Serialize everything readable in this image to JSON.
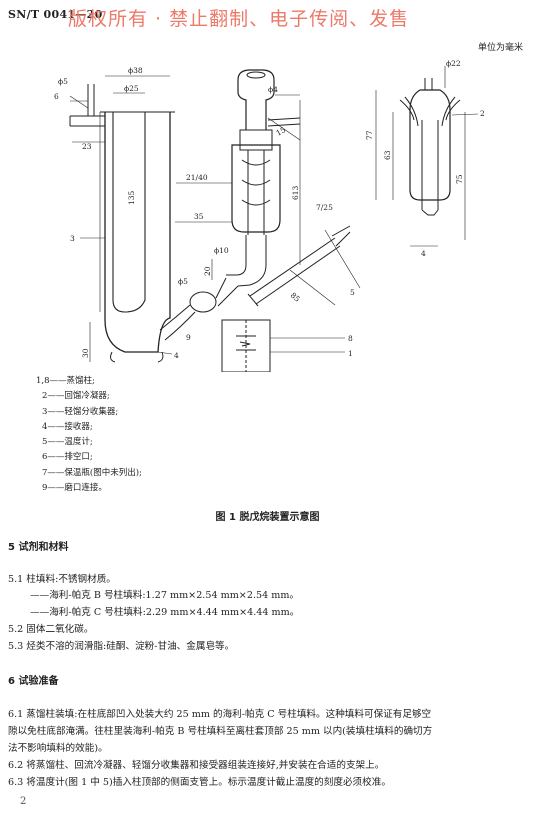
{
  "header": {
    "standard_code": "SN/T  0041—20",
    "watermark": "版权所有 ·   禁止翻制、电子传阅、发售"
  },
  "unit_note": "单位为毫米",
  "figure": {
    "dims": {
      "d38": "ϕ38",
      "d25": "ϕ25",
      "d5a": "ϕ5",
      "l6": "6",
      "d23": "23",
      "d135": "135",
      "l3": "3",
      "d4": "ϕ4",
      "d15": "15",
      "d2140": "21/40",
      "d613": "613",
      "d725": "7/25",
      "d35": "35",
      "d10": "ϕ10",
      "d20": "20",
      "d5b": "ϕ5",
      "d85": "85",
      "l5": "5",
      "l9": "9",
      "l8": "8",
      "l1": "1",
      "d30": "30",
      "l4": "4",
      "d22": "ϕ22",
      "l2": "2",
      "d77": "77",
      "d63": "63",
      "d75": "75",
      "l4b": "4"
    },
    "legend": [
      "1,8——蒸馏柱;",
      "2——回馏冷凝器;",
      "3——轻馏分收集器;",
      "4——接收器;",
      "5——温度计;",
      "6——排空口;",
      "7——保温瓶(图中未列出);",
      "9——磨口连接。"
    ],
    "caption": "图 1   脱戊烷装置示意图"
  },
  "sections": {
    "s5_title": "5   试剂和材料",
    "s5_1": "5.1   柱填料:不锈钢材质。",
    "s5_1a": "——海利-帕克 B 号柱填料:1.27 mm×2.54 mm×2.54 mm。",
    "s5_1b": "——海利-帕克 C 号柱填料:2.29 mm×4.44 mm×4.44 mm。",
    "s5_2": "5.2   固体二氧化碳。",
    "s5_3": "5.3   烃类不溶的润滑脂:硅酮、淀粉-甘油、金属皂等。",
    "s6_title": "6   试验准备",
    "s6_1_l1": "6.1   蒸馏柱装填:在柱底部凹入处装大约 25 mm 的海利-帕克 C 号柱填料。这种填料可保证有足够空",
    "s6_1_l2": "隙以免柱底部淹满。往柱里装海利-帕克 B 号柱填料至离柱套顶部 25 mm 以内(装填柱填料的确切方",
    "s6_1_l3": "法不影响填料的效能)。",
    "s6_2": "6.2   将蒸馏柱、回流冷凝器、轻馏分收集器和接受器组装连接好,并安装在合适的支架上。",
    "s6_3": "6.3   将温度计(图 1 中 5)插入柱顶部的侧面支管上。标示温度计截止温度的刻度必须校准。"
  },
  "page_number": "2"
}
